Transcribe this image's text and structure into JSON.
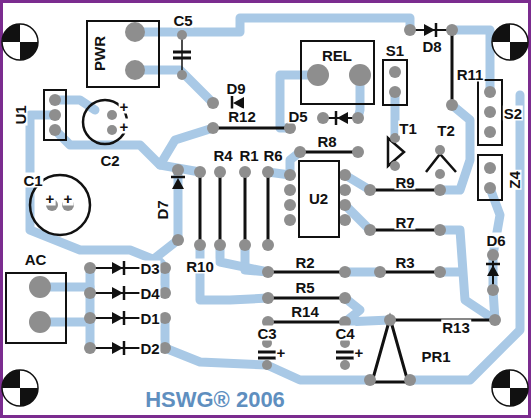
{
  "diagram": {
    "nodes": [
      {
        "text": [
          "PWR"
        ]
      },
      {
        "text": [
          "REL"
        ]
      },
      {
        "text": [
          "U2"
        ]
      },
      {
        "text": [
          "AC"
        ]
      }
    ],
    "labels": [
      "C5",
      "D8",
      "S1",
      "R11",
      "S2",
      "U1",
      "+",
      "+",
      "C2",
      "D9",
      "R12",
      "D5",
      "R8",
      "T1",
      "T2",
      "C1",
      "+",
      "+",
      "R4",
      "R1",
      "R6",
      "D7",
      "R9",
      "Z4",
      "R7",
      "D6",
      "D3",
      "R10",
      "R2",
      "R3",
      "D4",
      "R5",
      "D1",
      "R14",
      "R13",
      "C3",
      "C4",
      "+",
      "+",
      "D2",
      "PR1",
      "HSWG® 2006"
    ]
  }
}
